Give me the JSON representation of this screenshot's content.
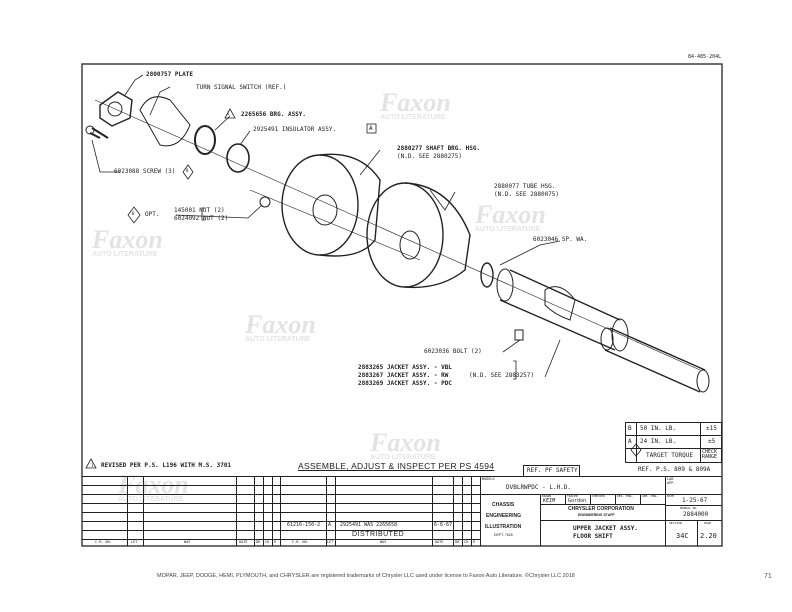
{
  "doc_number": "84-485-204L",
  "callouts": {
    "plate": "2800757 PLATE",
    "turn_signal": "TURN SIGNAL SWITCH (REF.)",
    "brg": "2265656 BRG. ASSY.",
    "brg_flag": "1",
    "insulator": "2925491 INSULATOR ASSY.",
    "insulator_box": "A",
    "screw": "6023088 SCREW (3)",
    "screw_flag": "B",
    "opt_flag": "B",
    "opt": "OPT.",
    "nut1": "145001 NUT (2)",
    "nut2": "6024092 NUT (2)",
    "shaft_hsg1": "2880277 SHAFT BRG. HSG.",
    "shaft_hsg2": "(N.D. SEE 2880275)",
    "tube_hsg1": "2880077 TUBE HSG.",
    "tube_hsg2": "(N.D. SEE 2880075)",
    "sp_wa": "6023046 SP. WA.",
    "bolt": "6023036 BOLT (2)",
    "jacket1": "2883265 JACKET ASSY. - VBL",
    "jacket2": "2883267 JACKET ASSY. - RW",
    "jacket3": "2883269 JACKET ASSY. - PDC",
    "jacket_nd": "(N.D. SEE 2883257)"
  },
  "torque": {
    "rows": [
      {
        "key": "B",
        "value": "50 IN. LB.",
        "range": "±15"
      },
      {
        "key": "A",
        "value": "24 IN. LB.",
        "range": "±5"
      }
    ],
    "target": "TARGET TORQUE",
    "check": "CHECK RANGE"
  },
  "notes": {
    "revised": "REVISED PER P.S. L196 WITH M.S. 3701",
    "revised_flag": "1",
    "assemble": "ASSEMBLE, ADJUST & INSPECT PER PS 4594",
    "ref_safety": "REF. PF SAFETY",
    "ref_ps": "REF. P.S. 809 & 809A"
  },
  "revisions": {
    "headers": [
      "C.R. NO.",
      "LET",
      "WAS",
      "DATE",
      "DR",
      "CK",
      "R"
    ],
    "entry": {
      "cr": "61216-150-2",
      "let": "A",
      "was": "2925491 WAS 2265658",
      "date": "6-6-67"
    },
    "distributed": "DISTRIBUTED"
  },
  "title_block": {
    "models_label": "MODELS",
    "models": "DVBLRWPDC - L.H.D.",
    "lab_app": "LAB APP.",
    "dept1": "CHASSIS",
    "dept2": "ENGINEERING",
    "dept3": "ILLUSTRATION",
    "dept4": "DEPT. 7626",
    "drawn_label": "DRAWN",
    "drawn": "KEIM",
    "traced_label": "TRACED",
    "traced": "Gordon",
    "checked_label": "CHECKER",
    "des_label": "DES. ENG.",
    "apr_label": "APR. ENG.",
    "date_label": "DATE",
    "date": "1-25-67",
    "corp": "CHRYSLER CORPORATION",
    "staff": "ENGINEERING STAFF",
    "manual_label": "MANUAL NO.",
    "manual": "2884000",
    "title1": "UPPER JACKET ASSY.",
    "title2": "FLOOR SHIFT",
    "section_label": "SECTION",
    "section": "34C",
    "page_label": "PAGE",
    "page": "2.20"
  },
  "watermark": {
    "brand": "Faxon",
    "sub": "AUTO LITERATURE"
  },
  "footer": {
    "trademark": "MOPAR, JEEP, DODGE, HEMI, PLYMOUTH, and CHRYSLER are registered trademarks of Chrysler LLC used under license to Faxon Auto Literature. ©Chrysler LLC 2018",
    "page_number": "71"
  }
}
